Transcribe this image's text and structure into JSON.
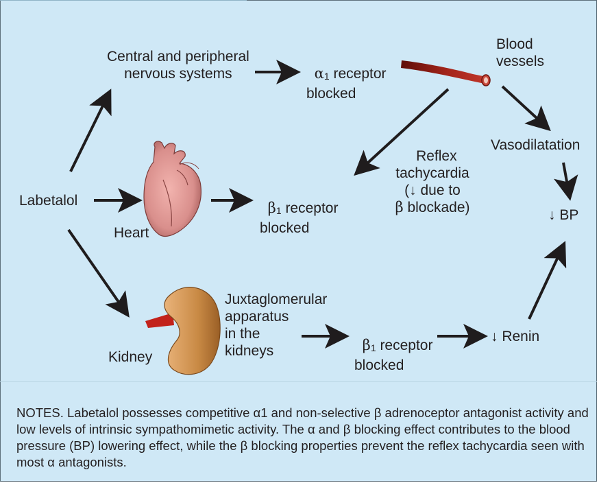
{
  "labels": {
    "labetalol": "Labetalol",
    "nervous_systems": "Central and peripheral\nnervous systems",
    "alpha_prefix": "α",
    "alpha_sub": "1",
    "alpha_receptor_line1": " receptor",
    "alpha_receptor_line2": "blocked",
    "blood_vessels": "Blood\nvessels",
    "vasodilatation": "Vasodilatation",
    "bp": "↓ BP",
    "reflex_line1": "Reflex",
    "reflex_line2": "tachycardia",
    "reflex_line3": "(↓ due to",
    "reflex_line4_beta": "β",
    "reflex_line4_rest": " blockade)",
    "heart": "Heart",
    "beta_prefix": "β",
    "beta_sub": "1",
    "beta_receptor_line1": " receptor",
    "beta_receptor_line2": "blocked",
    "kidney": "Kidney",
    "juxta": "Juxtaglomerular\napparatus\nin the\nkidneys",
    "beta2_prefix": "β",
    "beta2_sub": "1",
    "beta2_receptor_line1": " receptor",
    "beta2_receptor_line2": "blocked",
    "renin": "↓ Renin"
  },
  "notes": "NOTES. Labetalol possesses competitive α1 and non-selective β adrenoceptor antagonist activity and low levels of intrinsic sympathomimetic activity. The α and β blocking effect contributes to the blood pressure (BP) lowering effect, while the β blocking properties prevent the reflex tachycardia seen with most α antagonists.",
  "colors": {
    "background": "#cfe8f6",
    "arrow": "#1f1c1d",
    "vessel": "#8e1a12",
    "heart": "#d98f8c",
    "kidney": "#c98a45",
    "text": "#231f20"
  },
  "icons": [
    "heart-illustration",
    "kidney-illustration",
    "blood-vessel-illustration"
  ]
}
